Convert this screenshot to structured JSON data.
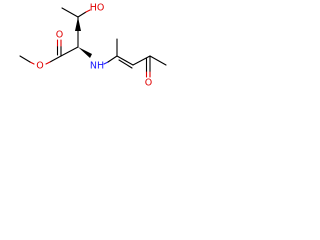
{
  "atoms": {
    "hydroxyl": "HO",
    "ester_o": "O",
    "methoxy_o": "O",
    "amine": "NH",
    "ketone_o": "O"
  },
  "colors": {
    "oxygen": "#e00000",
    "nitrogen": "#1a1aff",
    "bond": "#000000"
  }
}
